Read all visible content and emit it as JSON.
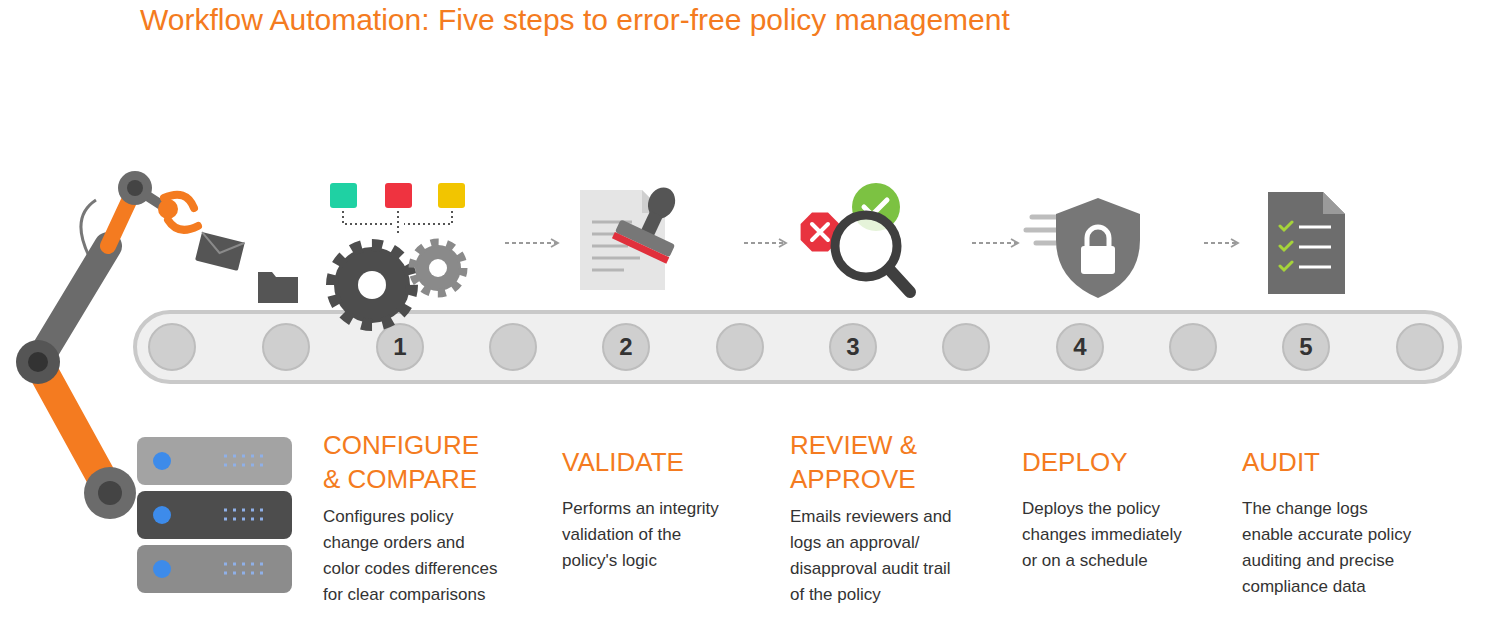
{
  "diagram": {
    "title": "Workflow Automation: Five steps to error-free policy management",
    "nodes": [
      {
        "text": [
          "CONFIGURE & COMPARE",
          "Configures policy change orders and color codes differences for clear comparisons"
        ]
      },
      {
        "text": [
          "VALIDATE",
          "Performs an integrity validation of the policy's logic"
        ]
      },
      {
        "text": [
          "REVIEW & APPROVE",
          "Emails reviewers and logs an approval/ disapproval audit trail of the policy"
        ]
      },
      {
        "text": [
          "DEPLOY",
          "Deploys the policy changes immediately or on a schedule"
        ]
      },
      {
        "text": [
          "AUDIT",
          "The change logs enable accurate policy auditing and precise compliance data"
        ]
      }
    ],
    "edges": [
      {
        "from": 0,
        "to": 1,
        "arrow": "to"
      },
      {
        "from": 1,
        "to": 2,
        "arrow": "to"
      },
      {
        "from": 2,
        "to": 3,
        "arrow": "to"
      },
      {
        "from": 3,
        "to": 4,
        "arrow": "to"
      }
    ],
    "labels": [
      "1",
      "2",
      "3",
      "4",
      "5"
    ]
  }
}
